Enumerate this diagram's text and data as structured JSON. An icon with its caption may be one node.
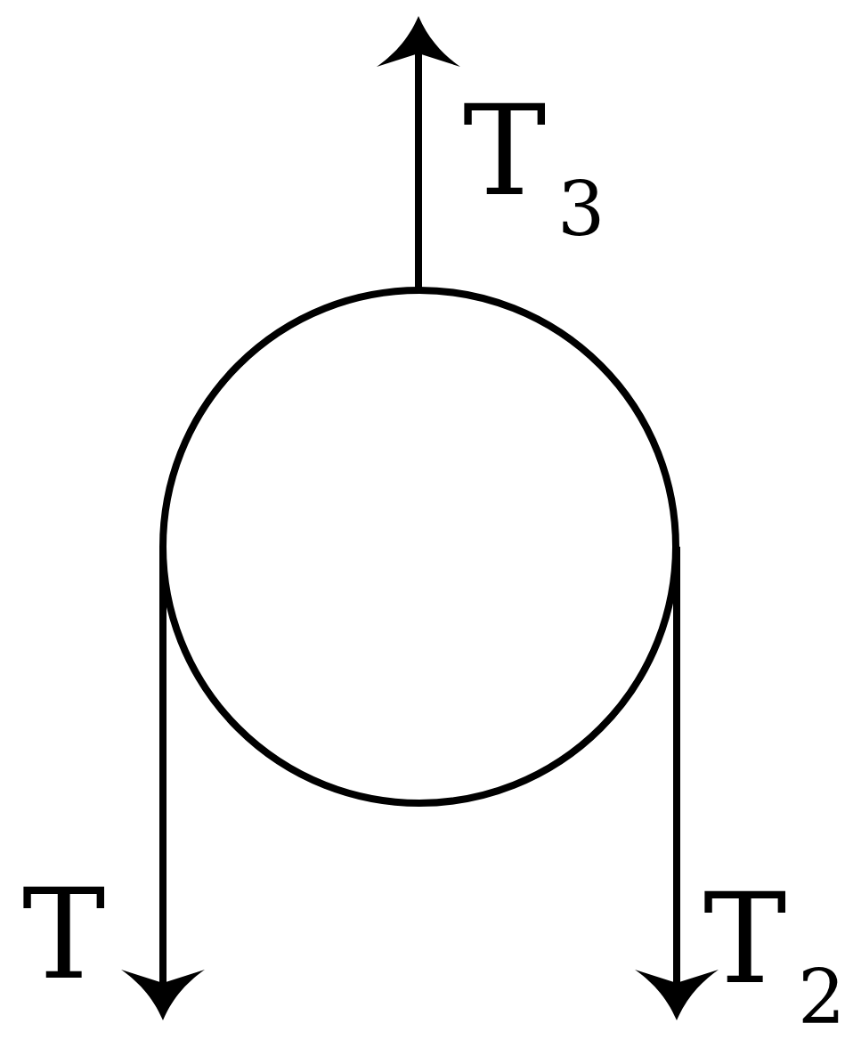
{
  "diagram": {
    "nodes": [
      {
        "text": [],
        "shape": "circle"
      }
    ],
    "labels": [
      "T$_{3}$",
      "T",
      "T$_{2}$"
    ]
  }
}
